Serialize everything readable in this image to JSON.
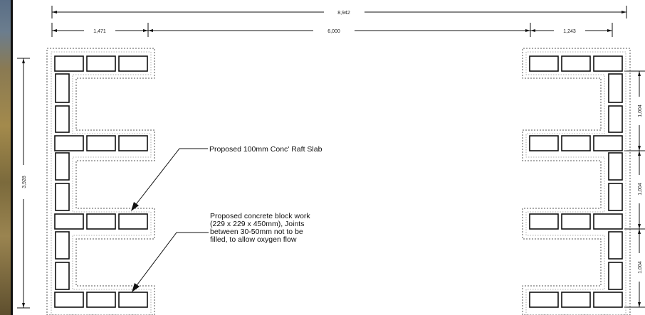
{
  "dimensions": {
    "overall_width": "8,942",
    "left_offset": "1,471",
    "center_span": "6,000",
    "right_offset": "1,243",
    "overall_height": "3,928",
    "right_bay_1": "1,004",
    "right_bay_2": "1,004",
    "right_bay_3": "1,004"
  },
  "annotations": {
    "raft_slab": "Proposed 100mm Conc' Raft Slab",
    "block_work": [
      "Proposed concrete block work",
      "(229 x 229 x 450mm), Joints",
      "between 30-50mm not to be",
      "filled, to allow oxygen flow"
    ]
  },
  "colors": {
    "line": "#111111",
    "dashed_outline": "#666666",
    "photo_strip": "#8a7a52"
  }
}
